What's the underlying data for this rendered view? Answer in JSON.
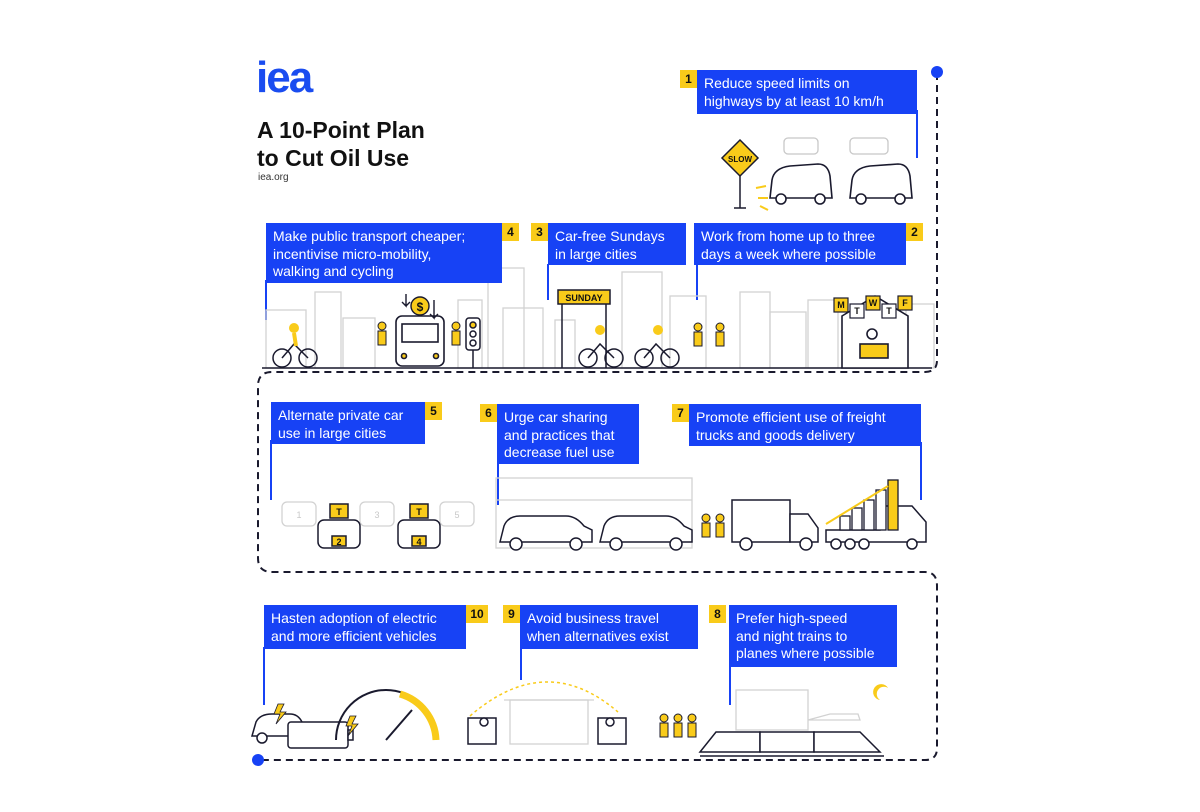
{
  "logo": "iea",
  "title": "A 10-Point Plan\nto Cut Oil Use",
  "site": "iea.org",
  "colors": {
    "accent_blue": "#1742f5",
    "accent_yellow": "#f9cb1a",
    "line": "#1a1a2e",
    "building": "#cfcfcf"
  },
  "points": [
    {
      "num": "1",
      "text": "Reduce speed limits on\nhighways by at least 10 km/h"
    },
    {
      "num": "2",
      "text": "Work from home up to three\ndays a week where possible"
    },
    {
      "num": "3",
      "text": "Car-free Sundays\nin large cities"
    },
    {
      "num": "4",
      "text": "Make public transport cheaper;\nincentivise micro-mobility,\nwalking and cycling"
    },
    {
      "num": "5",
      "text": "Alternate private car\nuse in large cities"
    },
    {
      "num": "6",
      "text": "Urge car sharing\nand practices that\ndecrease fuel use"
    },
    {
      "num": "7",
      "text": "Promote efficient use of freight\ntrucks and goods delivery"
    },
    {
      "num": "8",
      "text": "Prefer high-speed\nand night trains to\nplanes where possible"
    },
    {
      "num": "9",
      "text": "Avoid business travel\nwhen alternatives exist"
    },
    {
      "num": "10",
      "text": "Hasten adoption of electric\nand more efficient vehicles"
    }
  ],
  "illustration_labels": {
    "slow_sign": "SLOW",
    "sunday_sign": "SUNDAY",
    "weekdays": [
      "M",
      "T",
      "W",
      "T",
      "F"
    ],
    "taxi_letter": "T",
    "plate_numbers": [
      "1",
      "2",
      "3",
      "4",
      "5"
    ],
    "dollar": "$"
  }
}
